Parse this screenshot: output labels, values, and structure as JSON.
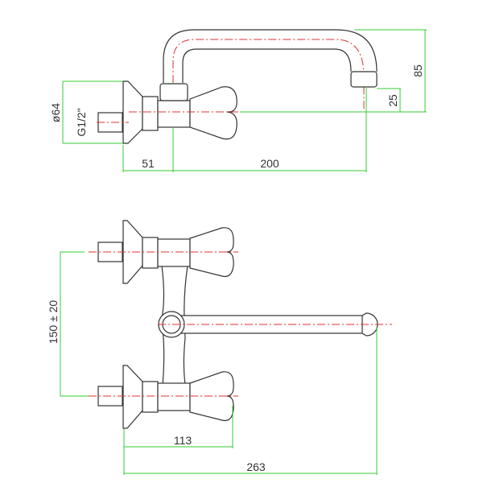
{
  "top_view": {
    "dimensions": {
      "flange_diameter": "ø64",
      "thread": "G1/2\"",
      "wall_to_axis": "51",
      "reach": "200",
      "spout_height": "85",
      "outlet_height": "25"
    }
  },
  "front_view": {
    "dimensions": {
      "inlet_spacing": "150 ± 20",
      "handle_depth": "113",
      "total_depth": "263"
    }
  },
  "colors": {
    "outline": "#333333",
    "centerline": "#e03030",
    "dimension": "#33cc33"
  }
}
